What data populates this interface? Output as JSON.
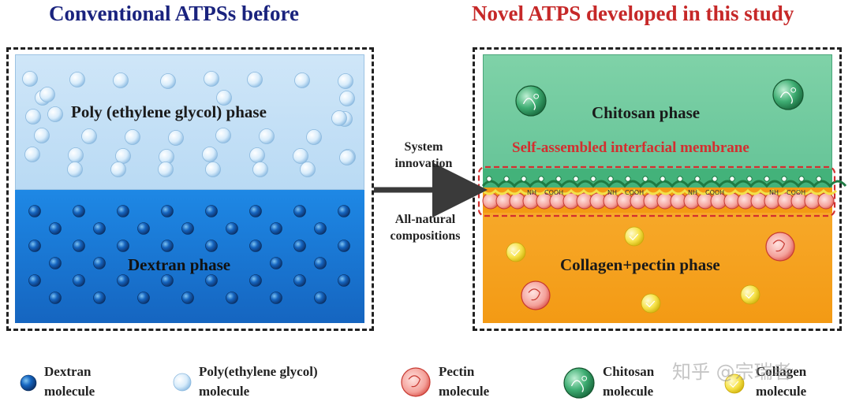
{
  "titles": {
    "left": "Conventional ATPSs before",
    "right": "Novel ATPS developed in this study"
  },
  "left_panel": {
    "top_phase": "Poly (ethylene glycol) phase",
    "bottom_phase": "Dextran phase"
  },
  "right_panel": {
    "top_phase": "Chitosan phase",
    "interface": "Self-assembled interfacial membrane",
    "bottom_phase": "Collagen+pectin phase",
    "membrane_group_a": "NH",
    "membrane_group_b": "COOH"
  },
  "middle": {
    "line1": "System",
    "line2": "innovation",
    "line3": "All-natural",
    "line4": "compositions"
  },
  "legend": {
    "dextran_1": "Dextran",
    "dextran_2": "molecule",
    "peg_1": "Poly(ethylene glycol)",
    "peg_2": "molecule",
    "pectin_1": "Pectin",
    "pectin_2": "molecule",
    "chitosan_1": "Chitosan",
    "chitosan_2": "molecule",
    "collagen_1": "Collagen",
    "collagen_2": "molecule"
  },
  "watermark": "知乎 @宗瑞者",
  "colors": {
    "title_left": "#1a237e",
    "title_right": "#c62828",
    "peg_phase": "#c6e2f7",
    "dextran_phase": "#1976d2",
    "chitosan_phase": "#6fc99d",
    "collagen_phase": "#f5a31f",
    "membrane_text": "#d32f2f"
  }
}
